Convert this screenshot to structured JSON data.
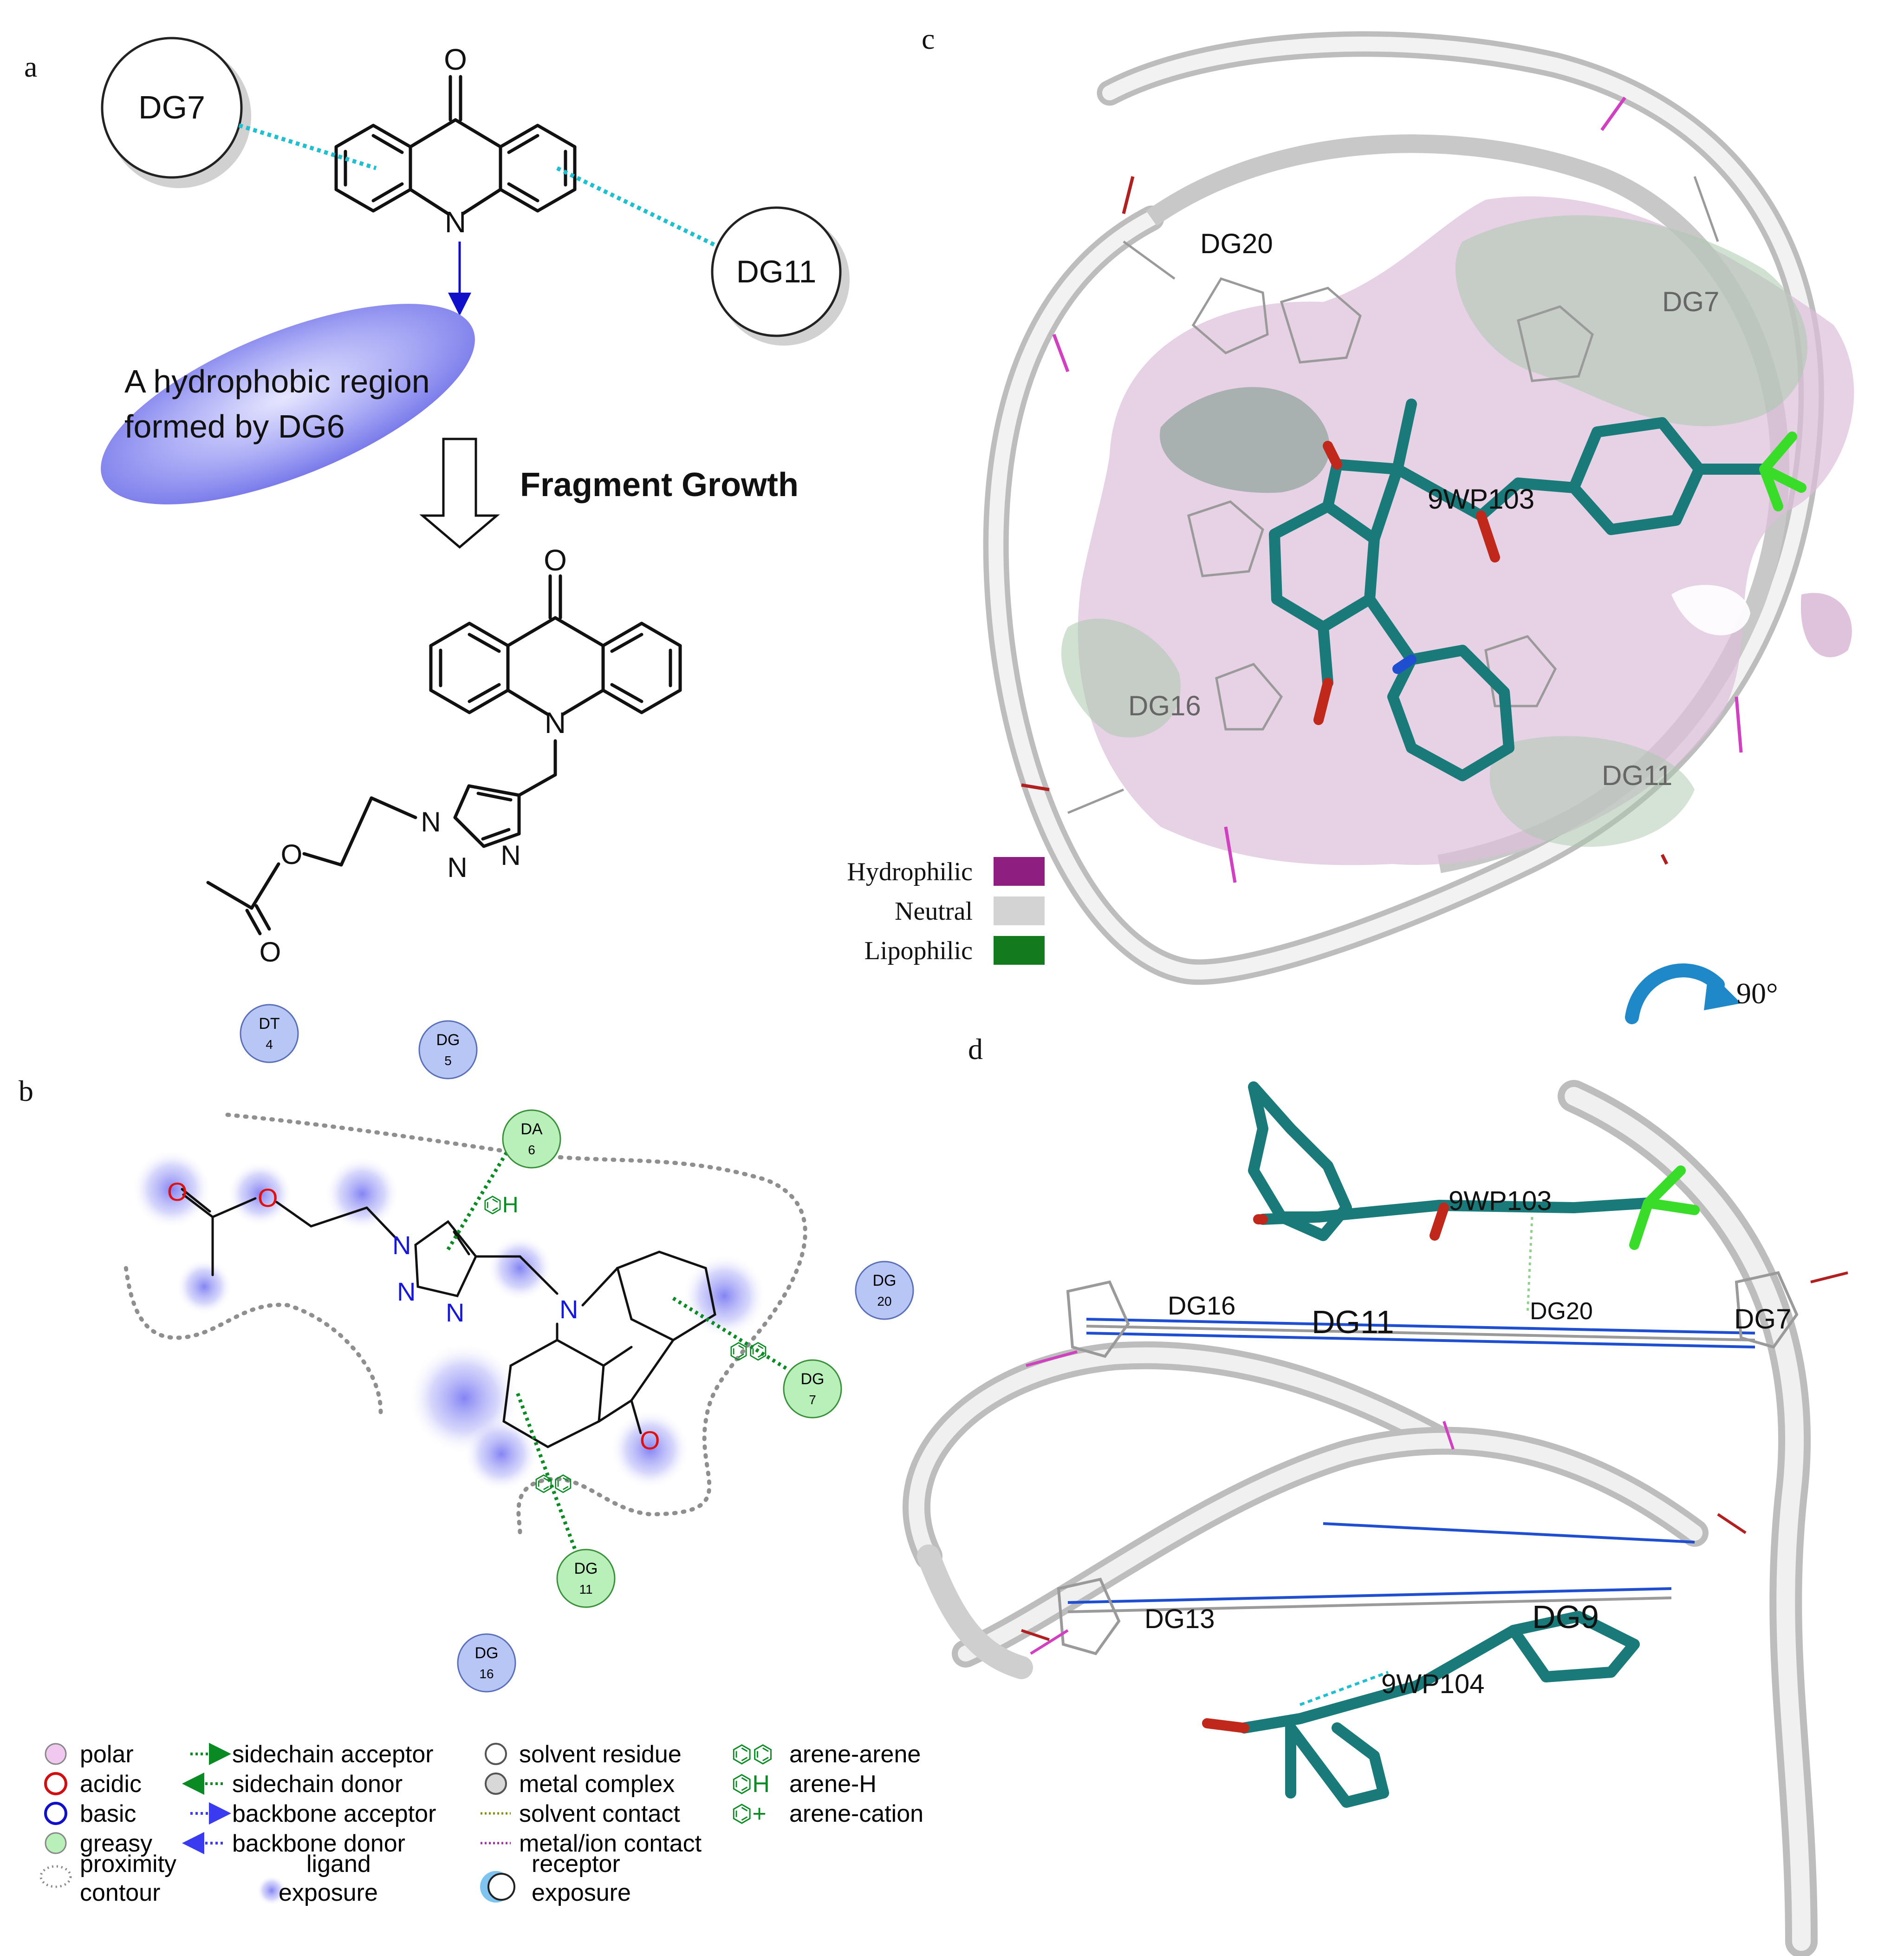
{
  "panels": {
    "a": {
      "letter": "a",
      "residue_left": "DG7",
      "residue_right": "DG11",
      "oxygen": "O",
      "nitrogen": "N",
      "region_line1": "A hydrophobic region",
      "region_line2": "formed by DG6",
      "arrow_label": "Fragment Growth",
      "product_atoms": {
        "o_top": "O",
        "n_ring": "N",
        "n1": "N",
        "n2": "N",
        "n3": "N",
        "o_ester": "O",
        "o_carbonyl": "O"
      }
    },
    "b": {
      "letter": "b",
      "residues": [
        {
          "name": "DT",
          "num": "4",
          "type": "basic"
        },
        {
          "name": "DG",
          "num": "5",
          "type": "basic"
        },
        {
          "name": "DA",
          "num": "6",
          "type": "greasy"
        },
        {
          "name": "DG",
          "num": "20",
          "type": "basic"
        },
        {
          "name": "DG",
          "num": "7",
          "type": "greasy"
        },
        {
          "name": "DG",
          "num": "11",
          "type": "greasy"
        },
        {
          "name": "DG",
          "num": "16",
          "type": "basic"
        }
      ],
      "atoms": {
        "o1": "O",
        "o2": "O",
        "n1": "N",
        "n2": "N",
        "n3": "N",
        "n4": "N",
        "o3": "O"
      },
      "legend": [
        {
          "label": "polar",
          "symbol": "polar"
        },
        {
          "label": "acidic",
          "symbol": "acidic"
        },
        {
          "label": "basic",
          "symbol": "basic"
        },
        {
          "label": "greasy",
          "symbol": "greasy"
        },
        {
          "label": "sidechain acceptor",
          "symbol": "sc-acceptor"
        },
        {
          "label": "sidechain donor",
          "symbol": "sc-donor"
        },
        {
          "label": "backbone acceptor",
          "symbol": "bb-acceptor"
        },
        {
          "label": "backbone donor",
          "symbol": "bb-donor"
        },
        {
          "label": "solvent residue",
          "symbol": "solvent-residue"
        },
        {
          "label": "metal complex",
          "symbol": "metal-complex"
        },
        {
          "label": "solvent contact",
          "symbol": "solvent-contact"
        },
        {
          "label": "metal/ion contact",
          "symbol": "metal-contact"
        },
        {
          "label": "arene-arene",
          "symbol": "arene-arene"
        },
        {
          "label": "arene-H",
          "symbol": "arene-h"
        },
        {
          "label": "arene-cation",
          "symbol": "arene-cation"
        }
      ],
      "legend_proximity": [
        "proximity",
        "contour"
      ],
      "legend_ligand": [
        "ligand",
        "exposure"
      ],
      "legend_receptor": [
        "receptor",
        "exposure"
      ]
    },
    "c": {
      "letter": "c",
      "labels": [
        "DG20",
        "DG7",
        "9WP103",
        "DG16",
        "DG11"
      ],
      "legend": [
        {
          "label": "Hydrophilic",
          "color": "#8e1f80"
        },
        {
          "label": "Neutral",
          "color": "#d3d3d3"
        },
        {
          "label": "Lipophilic",
          "color": "#147a1e"
        }
      ],
      "rotation_label": "90°"
    },
    "d": {
      "letter": "d",
      "labels": [
        "9WP103",
        "DG16",
        "DG11",
        "DG20",
        "DG7",
        "DG13",
        "DG9",
        "9WP104"
      ]
    }
  },
  "colors": {
    "ligand": "#1a7a7a",
    "ribbon": "#d8d8d8",
    "contact_cyan": "#1fbfcf",
    "greasy": "#b9f0b9",
    "basic": "#b7c6f5",
    "interaction_green": "#0a8a22"
  }
}
